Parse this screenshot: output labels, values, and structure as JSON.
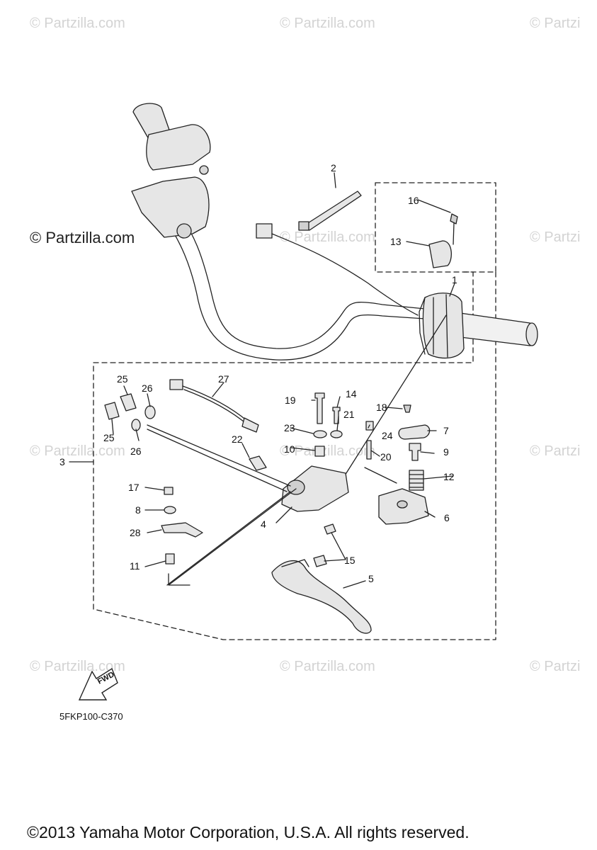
{
  "watermarks": [
    "© Partzilla.com",
    "© Partzilla.com",
    "© Partzi",
    "© Partzilla.com",
    "© Partzi",
    "© Partzilla.com",
    "© Partzilla.com",
    "© Partzi",
    "© Partzilla.com",
    "© Partzilla.com",
    "© Partzi"
  ],
  "brand_label": "© Partzilla.com",
  "diagram_code": "5FKP100-C370",
  "fwd_label": "FWD",
  "copyright": "©2013 Yamaha Motor Corporation, U.S.A. All rights reserved.",
  "callouts": [
    "1",
    "2",
    "3",
    "4",
    "5",
    "6",
    "7",
    "8",
    "9",
    "10",
    "11",
    "12",
    "13",
    "14",
    "15",
    "16",
    "17",
    "18",
    "19",
    "20",
    "21",
    "22",
    "23",
    "24",
    "25",
    "25",
    "26",
    "26",
    "27",
    "28"
  ],
  "colors": {
    "line": "#222222",
    "watermark": "#d3d3d3",
    "part_fill": "#e6e6e6"
  }
}
